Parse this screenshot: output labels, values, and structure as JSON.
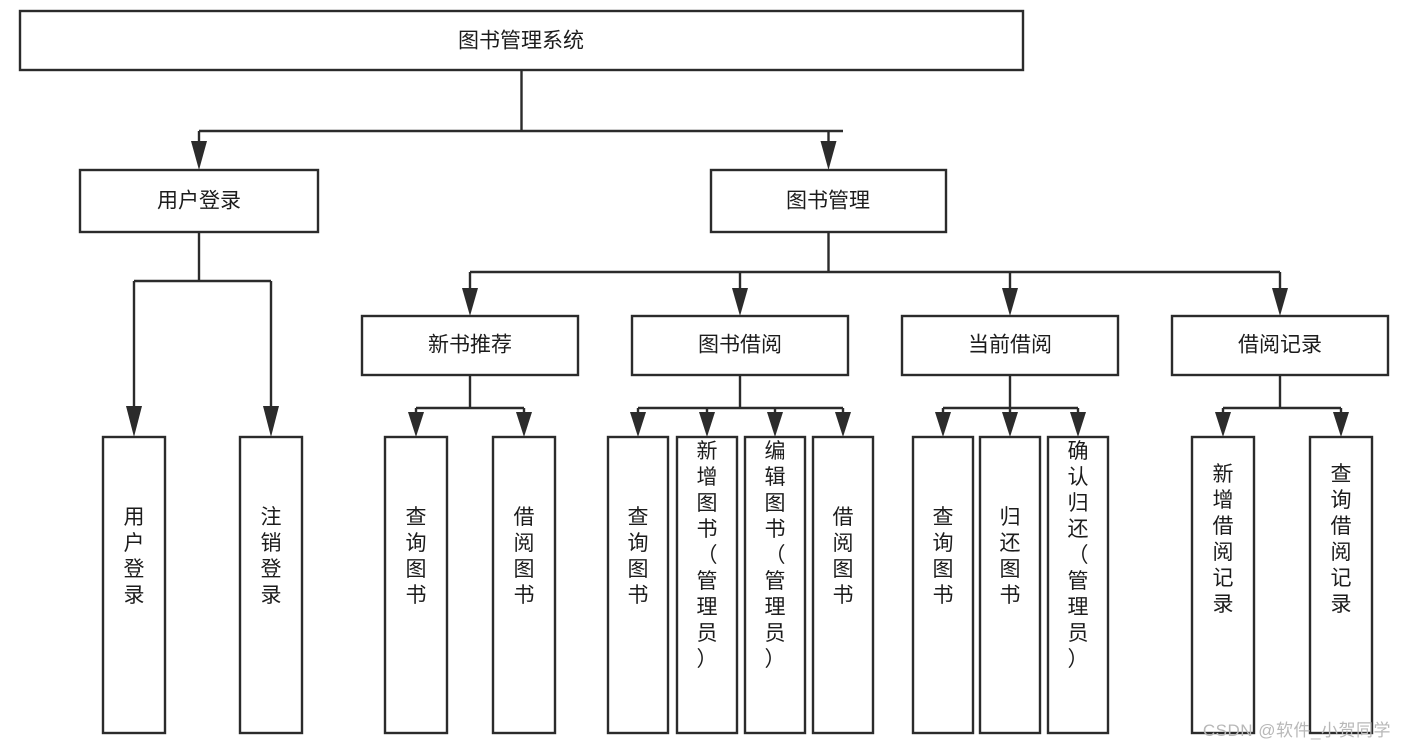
{
  "diagram": {
    "type": "tree",
    "title": "图书管理系统",
    "watermark": "CSDN @软件_小贺同学",
    "colors": {
      "box_stroke": "#2b2b2b",
      "box_fill": "#ffffff",
      "text": "#1c1c1c",
      "background": "#ffffff",
      "watermark": "#b8b8b8"
    },
    "nodes": {
      "root": "图书管理系统",
      "level2": {
        "user_login": "用户登录",
        "book_manage": "图书管理"
      },
      "level3": {
        "new_book_rec": "新书推荐",
        "book_borrow": "图书借阅",
        "current_borrow": "当前借阅",
        "borrow_record": "借阅记录"
      },
      "leaves": {
        "user_login_1": "用户登录",
        "user_login_2": "注销登录",
        "new_book_rec_1": "查询图书",
        "new_book_rec_2": "借阅图书",
        "book_borrow_1": "查询图书",
        "book_borrow_2": "新增图书（管理员）",
        "book_borrow_3": "编辑图书（管理员）",
        "book_borrow_4": "借阅图书",
        "current_borrow_1": "查询图书",
        "current_borrow_2": "归还图书",
        "current_borrow_3": "确认归还（管理员）",
        "borrow_record_1": "新增借阅记录",
        "borrow_record_2": "查询借阅记录"
      }
    }
  }
}
